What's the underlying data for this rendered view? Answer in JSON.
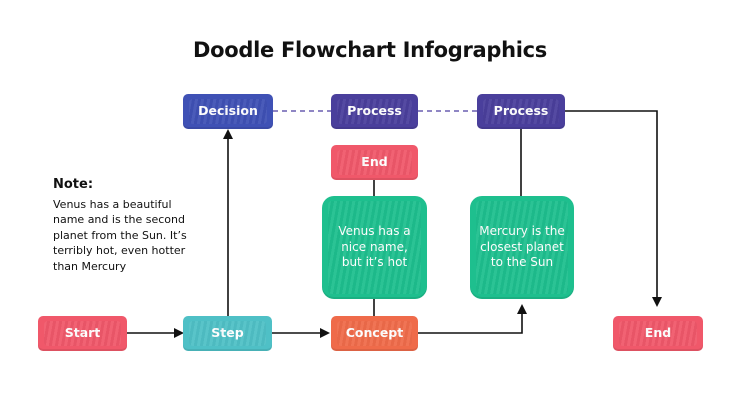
{
  "title": "Doodle Flowchart Infographics",
  "note": {
    "title": "Note:",
    "body": "Venus has a beautiful name and is the second planet from the Sun. It’s terribly hot, even hotter than Mercury"
  },
  "nodes": {
    "decision": "Decision",
    "process1": "Process",
    "process2": "Process",
    "end_top": "End",
    "venus_box": "Venus has a nice name, but it’s hot",
    "mercury_box": "Mercury is the closest planet to the Sun",
    "start": "Start",
    "step": "Step",
    "concept": "Concept",
    "end_right": "End"
  },
  "colors": {
    "blue": "#3f51b5",
    "purple": "#4a3f9c",
    "red": "#f0586a",
    "teal": "#4fc0c6",
    "orange": "#ef6b4a",
    "green": "#1ebf8e",
    "connector": "#111111",
    "dashed_connector": "#6a5fb0"
  }
}
